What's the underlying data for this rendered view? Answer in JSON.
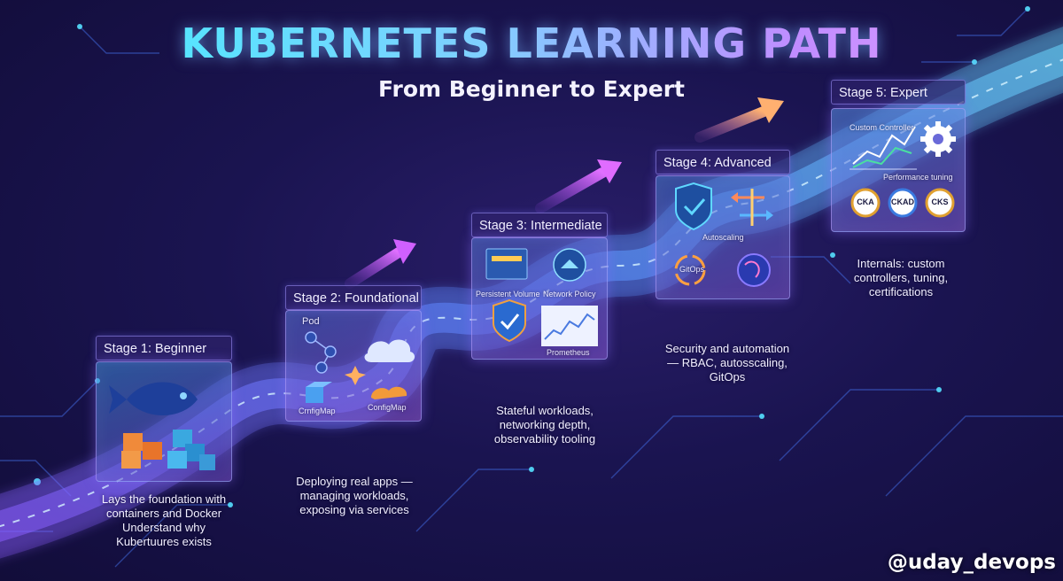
{
  "header": {
    "title": "KUBERNETES LEARNING PATH",
    "subtitle": "From Beginner to Expert"
  },
  "colors": {
    "background": "#1a1450",
    "accent_cyan": "#3ff0ff",
    "accent_purple": "#c08cff",
    "arrow_pink": "#e070ff",
    "arrow_orange": "#ffb070"
  },
  "stages": [
    {
      "label": "Stage 1: Beginner",
      "description": "Lays the foundation with containers and Docker Understand why Kubertuures exists",
      "icons": [
        "fish-icon",
        "container-blocks-icon"
      ]
    },
    {
      "label": "Stage 2: Foundational",
      "description": "Deploying real apps — managing workloads, exposing via services",
      "items": [
        "Pod",
        "CrnfigMap",
        "ConfigMap"
      ],
      "icons": [
        "pod-network-icon",
        "cloud-icon",
        "cube-icon",
        "cloud-orange-icon"
      ]
    },
    {
      "label": "Stage 3: Intermediate",
      "description": "Stateful workloads, networking depth, observability tooling",
      "items": [
        "Persistent Volume",
        "Network Policy",
        "Prometheus"
      ],
      "icons": [
        "volume-icon",
        "network-policy-icon",
        "shield-check-icon",
        "dashboard-chart-icon"
      ]
    },
    {
      "label": "Stage 4: Advanced",
      "description": "Security and automation — RBAC, autosscaling, GitOps",
      "items": [
        "Autoscaling",
        "GitOps"
      ],
      "icons": [
        "shield-check-icon",
        "autoscaling-arrows-icon",
        "gitops-cycle-icon",
        "service-mesh-icon"
      ]
    },
    {
      "label": "Stage 5: Expert",
      "description": "Internals: custom controllers, tuning, certifications",
      "items": [
        "Custom Controller",
        "Performance tuning"
      ],
      "badges": [
        "CKA",
        "CKAD",
        "CKS"
      ],
      "icons": [
        "line-chart-icon",
        "gear-icon",
        "certification-badge-icon"
      ]
    }
  ],
  "footer": {
    "handle": "@uday_devops"
  }
}
